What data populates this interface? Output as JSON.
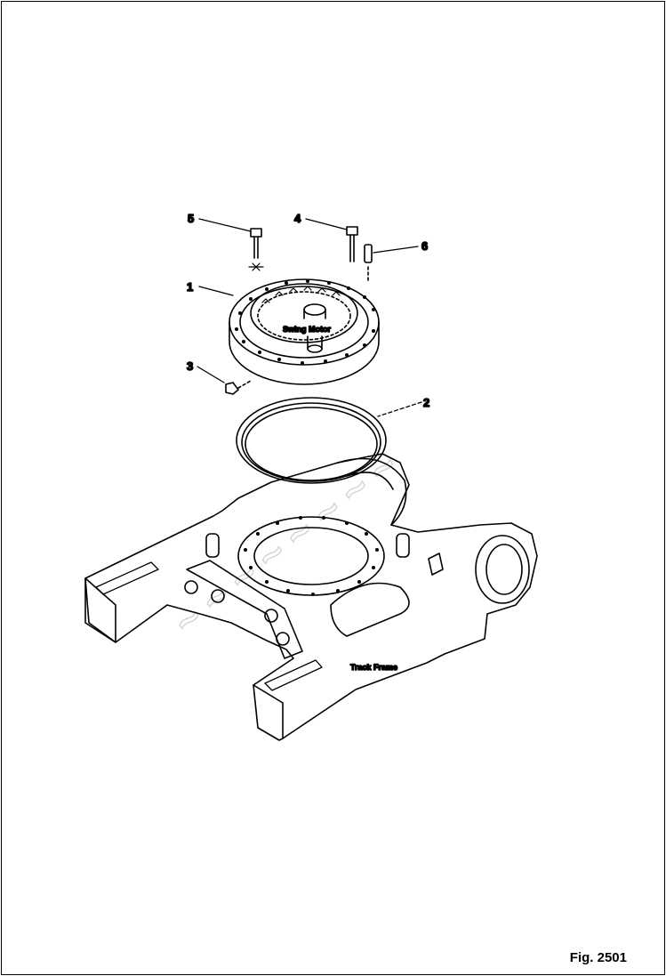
{
  "callouts": [
    {
      "id": "1",
      "text": "1"
    },
    {
      "id": "2",
      "text": "2"
    },
    {
      "id": "3",
      "text": "3"
    },
    {
      "id": "4",
      "text": "4"
    },
    {
      "id": "5",
      "text": "5"
    },
    {
      "id": "6",
      "text": "6"
    }
  ],
  "labels": {
    "swing_motor": "Swing Motor",
    "track_frame": "Track Frame"
  },
  "figure": {
    "caption": "Fig. 2501"
  }
}
